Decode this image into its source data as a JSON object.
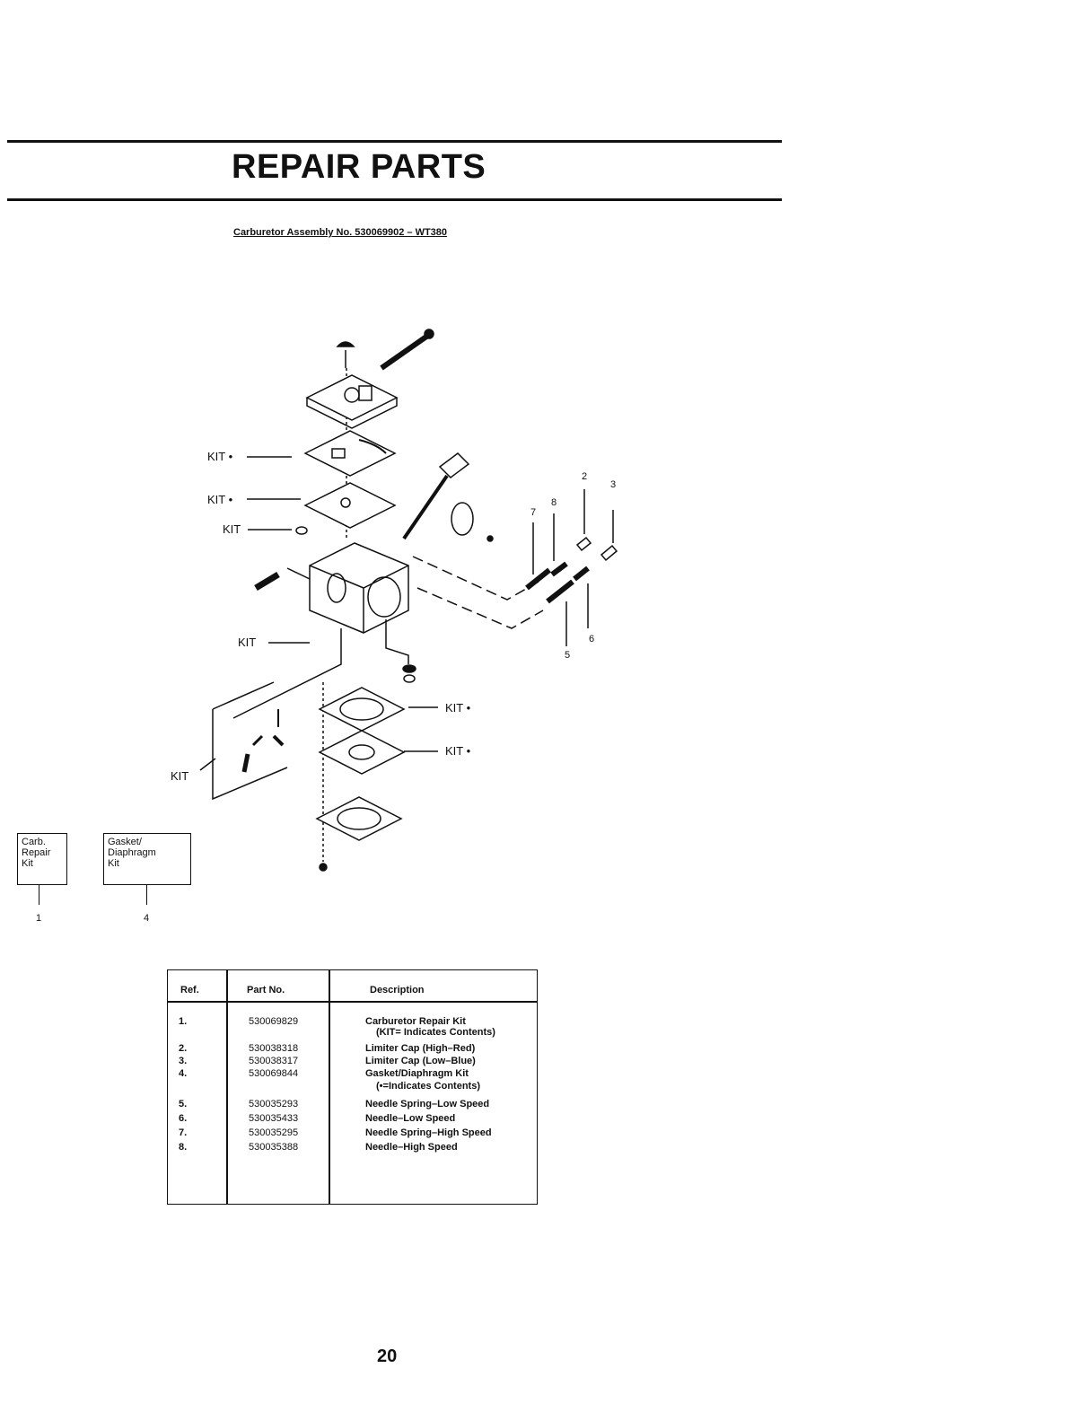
{
  "header": {
    "title": "REPAIR PARTS"
  },
  "diagram": {
    "assembly_title": "Carburetor Assembly No. 530069902 – WT380",
    "kit_labels": [
      "KIT •",
      "KIT •",
      "KIT",
      "KIT",
      "KIT •",
      "KIT •",
      "KIT"
    ],
    "ref_numbers": [
      "2",
      "3",
      "7",
      "8",
      "6",
      "5"
    ]
  },
  "legend": {
    "carb_kit": {
      "lines": [
        "Carb.",
        "Repair",
        "Kit"
      ],
      "ref": "1"
    },
    "gasket_kit": {
      "lines": [
        "Gasket/",
        "Diaphragm",
        "Kit"
      ],
      "ref": "4"
    }
  },
  "parts_table": {
    "headers": {
      "ref": "Ref.",
      "part_no": "Part No.",
      "description": "Description"
    },
    "rows": [
      {
        "ref": "1.",
        "part_no": "530069829",
        "description": "Carburetor Repair Kit"
      },
      {
        "ref": "",
        "part_no": "",
        "description": "(KIT= Indicates Contents)"
      },
      {
        "ref": "2.",
        "part_no": "530038318",
        "description": "Limiter Cap (High–Red)"
      },
      {
        "ref": "3.",
        "part_no": "530038317",
        "description": "Limiter Cap (Low–Blue)"
      },
      {
        "ref": "4.",
        "part_no": "530069844",
        "description": "Gasket/Diaphragm Kit"
      },
      {
        "ref": "",
        "part_no": "",
        "description": "(•=Indicates Contents)"
      },
      {
        "ref": "5.",
        "part_no": "530035293",
        "description": "Needle Spring–Low Speed"
      },
      {
        "ref": "6.",
        "part_no": "530035433",
        "description": "Needle–Low Speed"
      },
      {
        "ref": "7.",
        "part_no": "530035295",
        "description": "Needle Spring–High Speed"
      },
      {
        "ref": "8.",
        "part_no": "530035388",
        "description": "Needle–High Speed"
      }
    ]
  },
  "footer": {
    "page_number": "20"
  }
}
